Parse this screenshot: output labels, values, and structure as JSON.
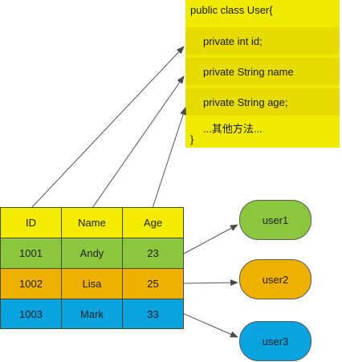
{
  "class_box": {
    "lines": [
      "public class User{",
      "private int  id;",
      "private String name",
      "private String age;",
      "...其他方法...",
      "}"
    ]
  },
  "table": {
    "headers": [
      "ID",
      "Name",
      "Age"
    ],
    "rows": [
      [
        "1001",
        "Andy",
        "23"
      ],
      [
        "1002",
        "Lisa",
        "25"
      ],
      [
        "1003",
        "Mark",
        "33"
      ]
    ]
  },
  "objects": [
    "user1",
    "user2",
    "user3"
  ],
  "colors": {
    "class_bg": "#f0ea00",
    "header_bg": "#f3ec00",
    "row1_bg": "#8cc63f",
    "row2_bg": "#f0b000",
    "row3_bg": "#0aa3e0"
  }
}
